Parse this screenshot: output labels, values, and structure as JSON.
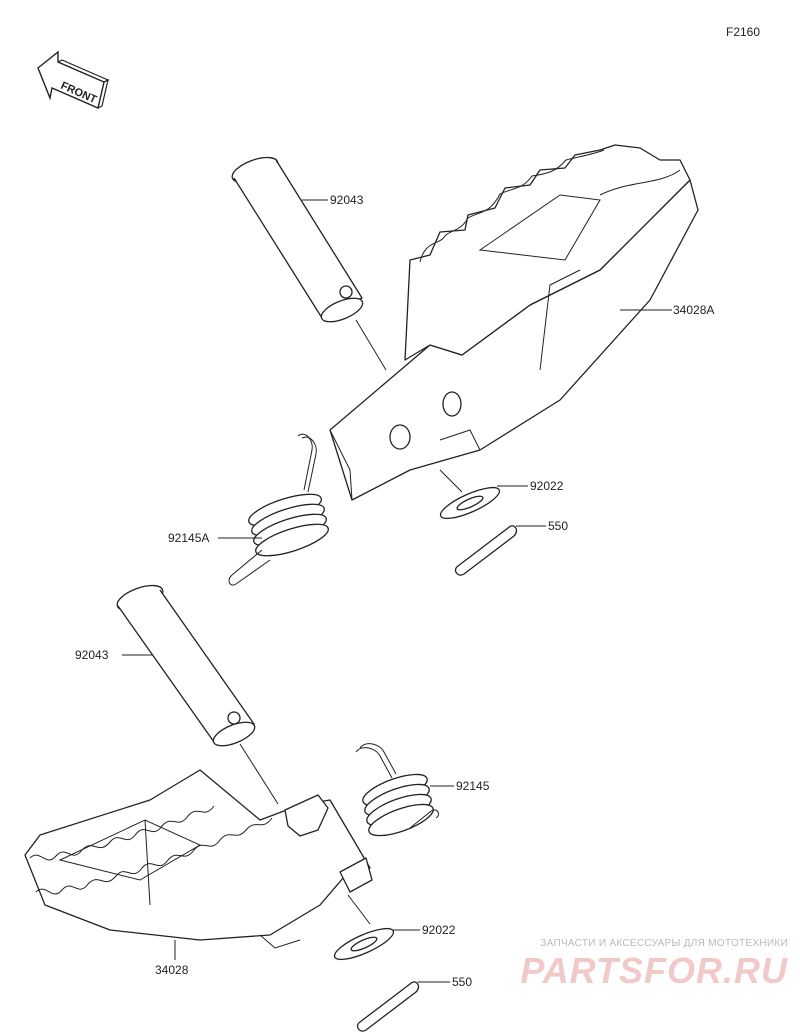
{
  "figure_code": "F2160",
  "front_indicator": "FRONT",
  "labels": {
    "pin_top": "92043",
    "footpeg_top": "34028A",
    "washer_top": "92022",
    "cotter_top": "550",
    "spring_top": "92145A",
    "pin_bottom": "92043",
    "spring_bottom": "92145",
    "washer_bottom": "92022",
    "cotter_bottom": "550",
    "footpeg_bottom": "34028"
  },
  "watermark": {
    "tagline": "ЗАПЧАСТИ И АКСЕССУАРЫ ДЛЯ МОТОТЕХНИКИ",
    "logo": "PARTSFOR.RU"
  }
}
